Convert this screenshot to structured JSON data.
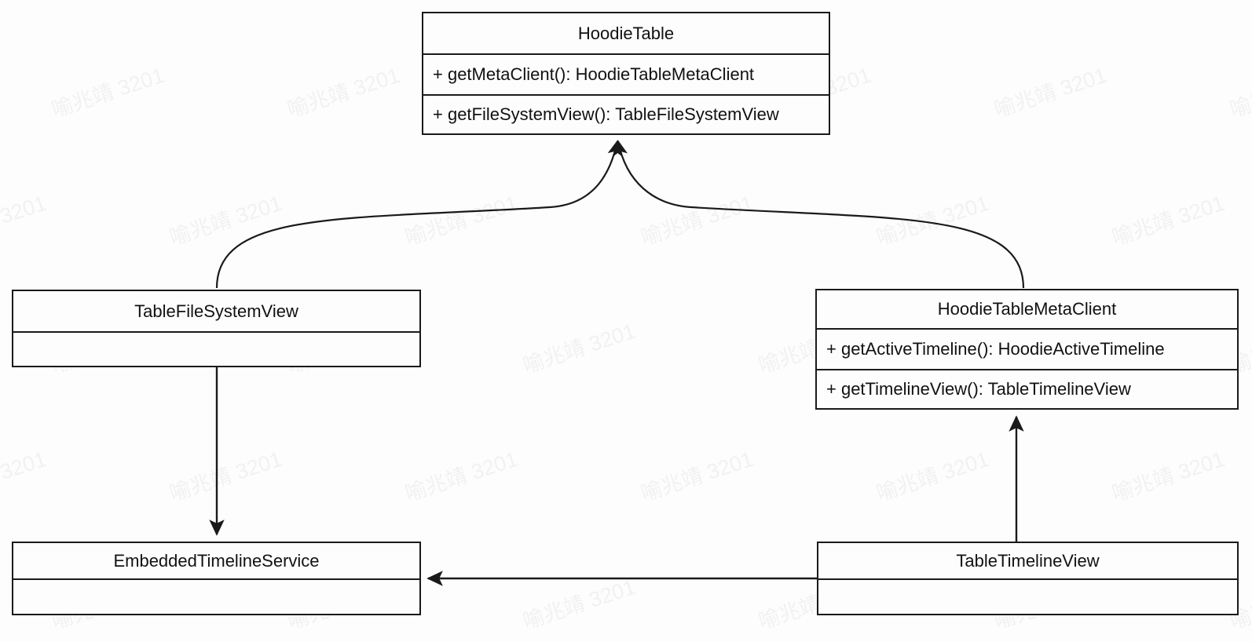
{
  "diagram": {
    "title": "HoodieTable UML class diagram",
    "background_color": "#fdfdfd",
    "line_color": "#1a1a1a",
    "text_color": "#111111",
    "watermark": {
      "text": "喻兆靖 3201",
      "color": "#f0f2f0",
      "rotation_deg": -18
    }
  },
  "classes": {
    "hoodie_table": {
      "name": "HoodieTable",
      "members": [
        "+ getMetaClient(): HoodieTableMetaClient",
        "+ getFileSystemView(): TableFileSystemView"
      ]
    },
    "table_file_system_view": {
      "name": "TableFileSystemView",
      "members": []
    },
    "hoodie_table_meta_client": {
      "name": "HoodieTableMetaClient",
      "members": [
        "+ getActiveTimeline(): HoodieActiveTimeline",
        "+ getTimelineView(): TableTimelineView"
      ]
    },
    "embedded_timeline_service": {
      "name": "EmbeddedTimelineService",
      "members": []
    },
    "table_timeline_view": {
      "name": "TableTimelineView",
      "members": []
    }
  },
  "relationships": [
    {
      "id": "tfsv-to-hoodietable",
      "from": "TableFileSystemView",
      "to": "HoodieTable",
      "style": "curved",
      "arrowhead": "solid"
    },
    {
      "id": "htmc-to-hoodietable",
      "from": "HoodieTableMetaClient",
      "to": "HoodieTable",
      "style": "curved",
      "arrowhead": "solid"
    },
    {
      "id": "tfsv-to-ets",
      "from": "TableFileSystemView",
      "to": "EmbeddedTimelineService",
      "style": "straight",
      "arrowhead": "solid"
    },
    {
      "id": "ttv-to-htmc",
      "from": "TableTimelineView",
      "to": "HoodieTableMetaClient",
      "style": "straight",
      "arrowhead": "solid"
    },
    {
      "id": "ttv-to-ets",
      "from": "TableTimelineView",
      "to": "EmbeddedTimelineService",
      "style": "straight",
      "arrowhead": "solid"
    }
  ]
}
